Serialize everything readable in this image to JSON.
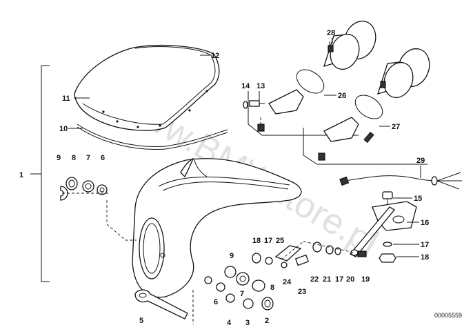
{
  "diagram": {
    "reference_number": "00005559",
    "watermark": "www.BMWstore.pl",
    "part_labels": {
      "p1": "1",
      "p2": "2",
      "p3": "3",
      "p4": "4",
      "p5": "5",
      "p6a": "6",
      "p6b": "6",
      "p7a": "7",
      "p7b": "7",
      "p8a": "8",
      "p8b": "8",
      "p9a": "9",
      "p9b": "9",
      "p10": "10",
      "p11": "11",
      "p12": "12",
      "p13": "13",
      "p14": "14",
      "p15": "15",
      "p16": "16",
      "p17a": "17",
      "p17b": "17",
      "p17c": "17",
      "p18a": "18",
      "p18b": "18",
      "p19": "19",
      "p20": "20",
      "p21": "21",
      "p22": "22",
      "p23": "23",
      "p24": "24",
      "p25": "25",
      "p26": "26",
      "p27": "27",
      "p28": "28",
      "p29": "29"
    }
  }
}
